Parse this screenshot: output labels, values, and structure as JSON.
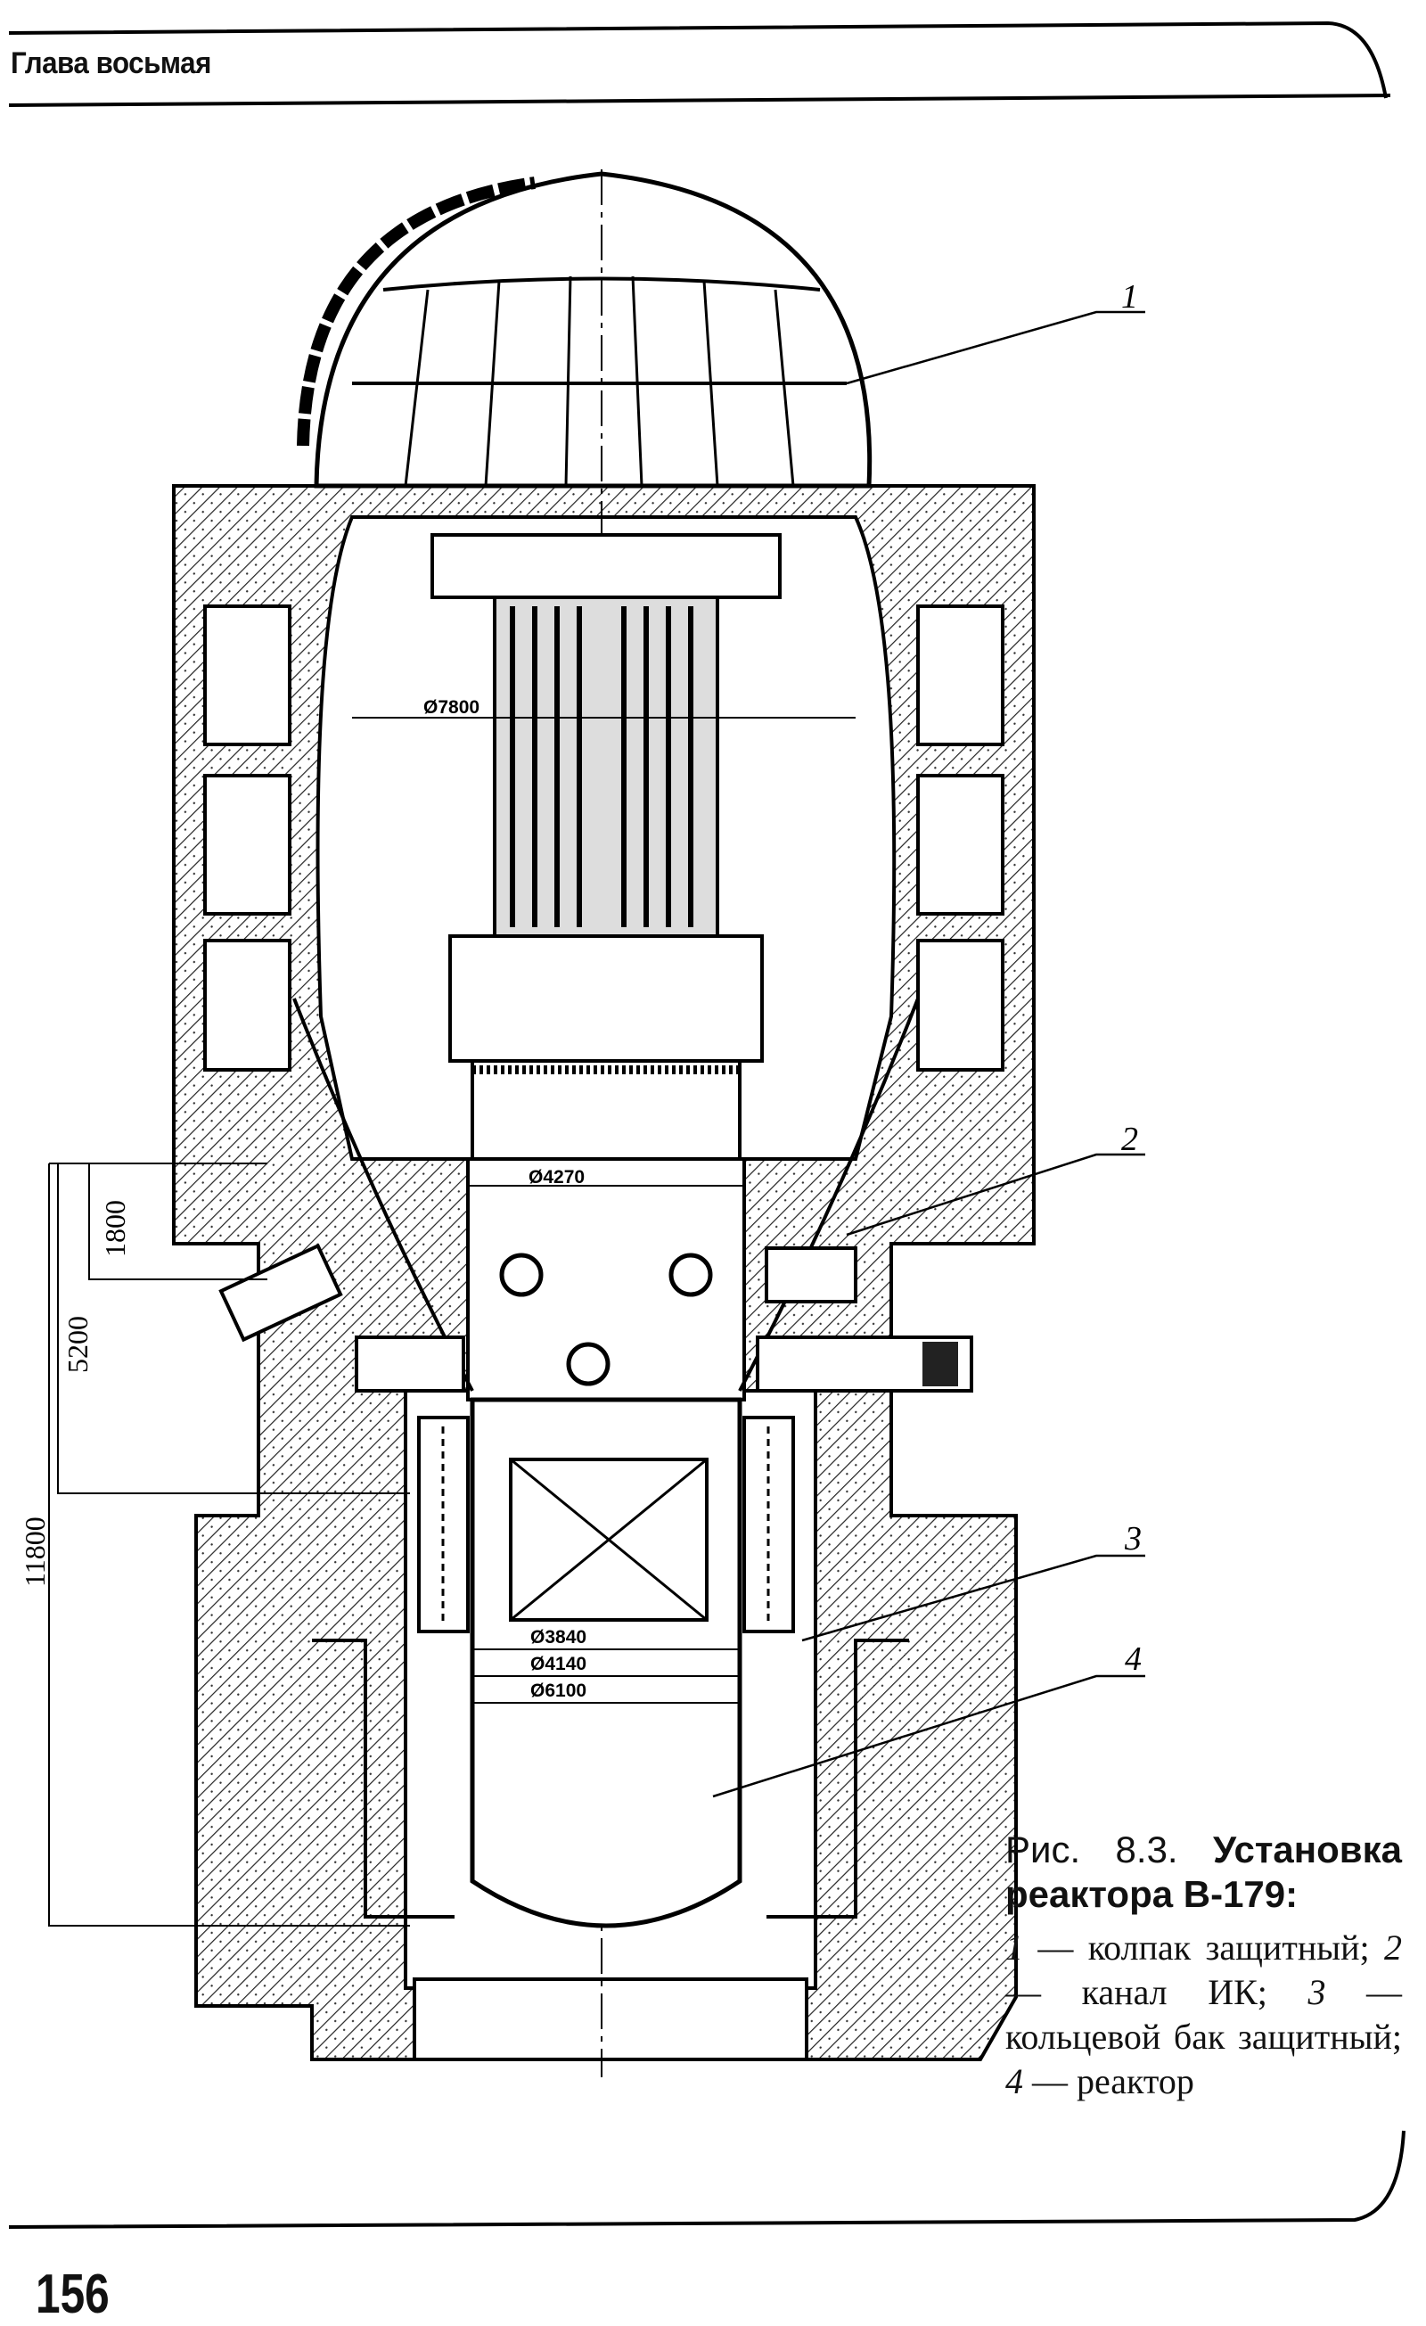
{
  "header": {
    "chapter_title": "Глава восьмая"
  },
  "figure": {
    "callouts": [
      "1",
      "2",
      "3",
      "4"
    ],
    "diameters": [
      "Ø7800",
      "Ø4270",
      "Ø3840",
      "Ø4140",
      "Ø6100"
    ],
    "heights": [
      "1800",
      "5200",
      "11800"
    ]
  },
  "caption": {
    "prefix": "Рис. 8.3.",
    "title_part1": "Установка",
    "title_part2": "реактора В-179:",
    "legend": [
      {
        "num": "1",
        "text": "колпак защитный;"
      },
      {
        "num": "2",
        "text": "канал ИК;"
      },
      {
        "num": "3",
        "text": "кольцевой бак защитный;"
      },
      {
        "num": "4",
        "text": "реактор"
      }
    ]
  },
  "footer": {
    "page_number": "156"
  }
}
